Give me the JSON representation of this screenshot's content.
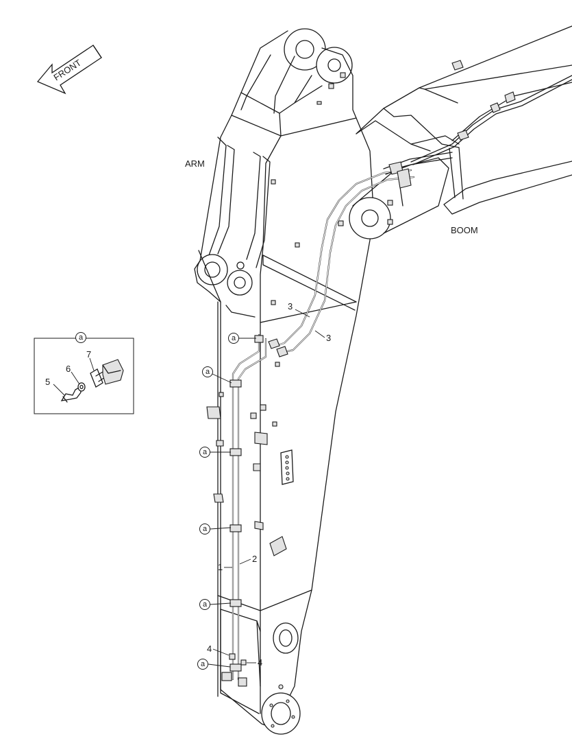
{
  "labels": {
    "front": "FRONT",
    "arm": "ARM",
    "boom": "BOOM",
    "detail_ref": "a",
    "part_1": "1",
    "part_2": "2",
    "part_3": "3",
    "part_4": "4",
    "part_5": "5",
    "part_6": "6",
    "part_7": "7"
  },
  "colors": {
    "line": "#1a1a1a",
    "background": "#ffffff",
    "shade": "#e2e2e2"
  }
}
